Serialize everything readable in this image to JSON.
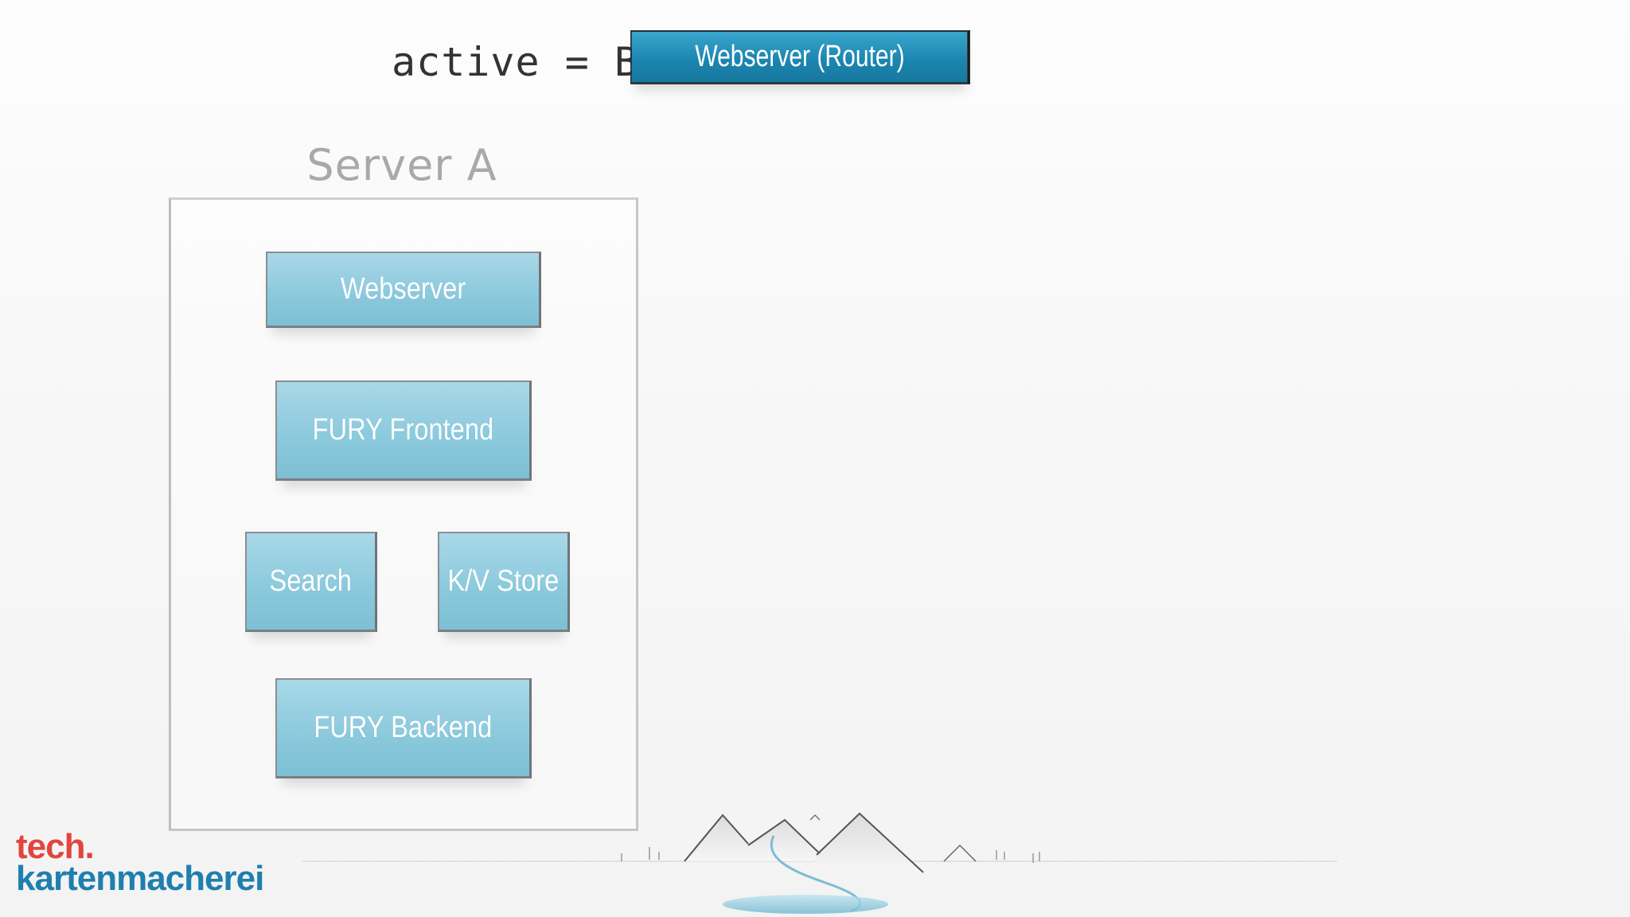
{
  "header": {
    "active_label": "active = B",
    "router_label": "Webserver (Router)"
  },
  "server": {
    "title": "Server A",
    "services": {
      "webserver": "Webserver",
      "fury_frontend": "FURY Frontend",
      "search": "Search",
      "kv_store": "K/V Store",
      "fury_backend": "FURY Backend"
    }
  },
  "logo": {
    "line1": "tech.",
    "line2": "kartenmacherei"
  },
  "colors": {
    "router_fill": "#1c86b0",
    "service_fill": "#8ccadd",
    "logo_red": "#e2453f",
    "logo_blue": "#1f7fae"
  }
}
